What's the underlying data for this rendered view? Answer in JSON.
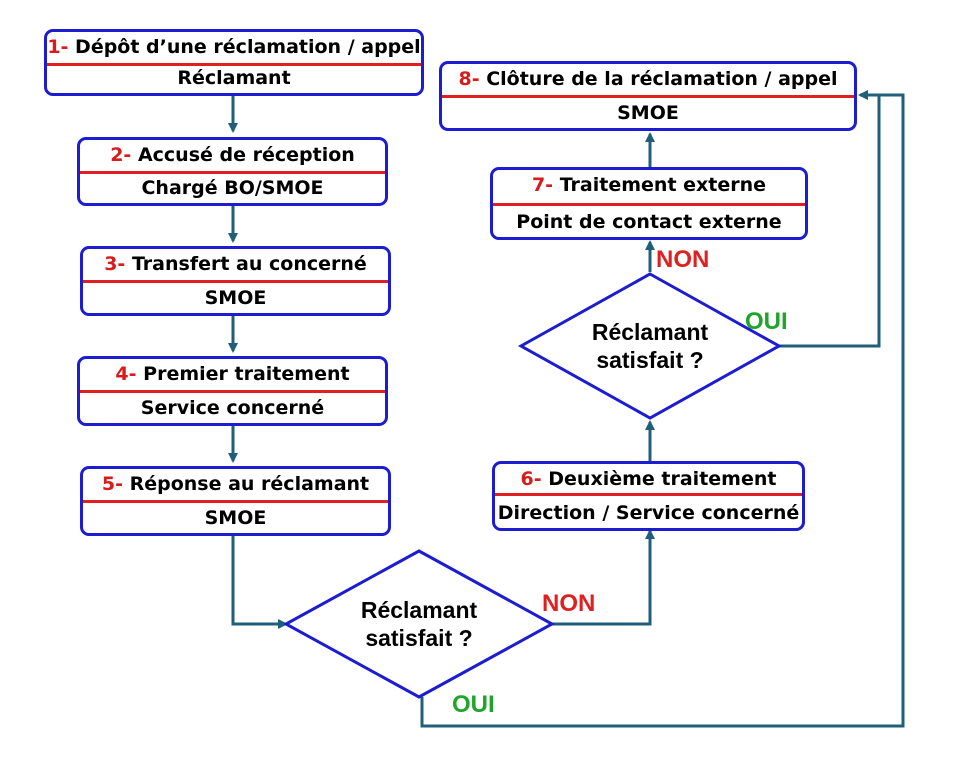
{
  "colors": {
    "box_border": "#1c1cd0",
    "separator": "#e02020",
    "connector": "#1f5f7a",
    "step_number": "#d81b1b",
    "non_label": "#e02020",
    "oui_label": "#1fa52a"
  },
  "steps": [
    {
      "number": "1-",
      "title": "Dépôt d’une réclamation / appel",
      "actor": "Réclamant"
    },
    {
      "number": "2-",
      "title": "Accusé de réception",
      "actor": "Chargé BO/SMOE"
    },
    {
      "number": "3-",
      "title": "Transfert au concerné",
      "actor": "SMOE"
    },
    {
      "number": "4-",
      "title": "Premier traitement",
      "actor": "Service concerné"
    },
    {
      "number": "5-",
      "title": "Réponse au réclamant",
      "actor": "SMOE"
    },
    {
      "number": "6-",
      "title": "Deuxième traitement",
      "actor": "Direction / Service concerné"
    },
    {
      "number": "7-",
      "title": "Traitement externe",
      "actor": "Point de contact externe"
    },
    {
      "number": "8-",
      "title": "Clôture de la réclamation / appel",
      "actor": "SMOE"
    }
  ],
  "decisions": [
    {
      "line1": "Réclamant",
      "line2": "satisfait ?",
      "no_label": "NON",
      "yes_label": "OUI"
    },
    {
      "line1": "Réclamant",
      "line2": "satisfait ?",
      "no_label": "NON",
      "yes_label": "OUI"
    }
  ]
}
